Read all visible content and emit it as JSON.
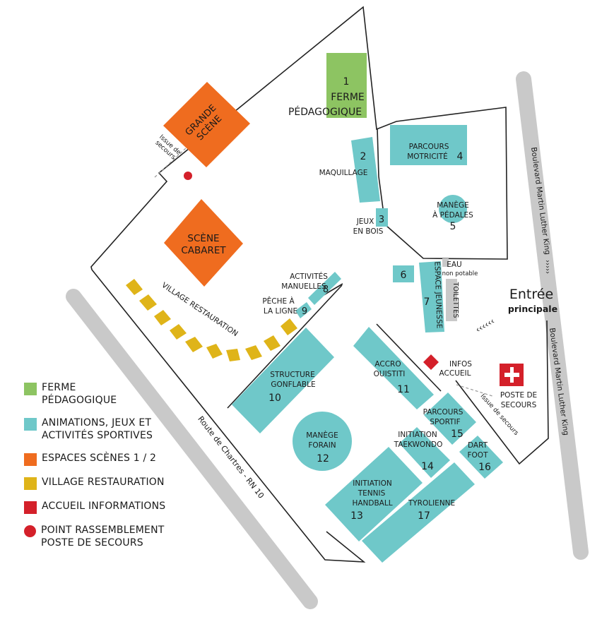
{
  "colors": {
    "green": "#8dc462",
    "teal": "#6fc8c9",
    "orange": "#ef6c1f",
    "yellow": "#dfb419",
    "red": "#d4202a",
    "road": "#c9c9c9",
    "outline": "#222222"
  },
  "roads": {
    "boulevard_1": "Boulevard Martin Luther King",
    "boulevard_2": "Boulevard Martin Luther King",
    "route": "Route de Chartres - RN 10"
  },
  "entrance": {
    "title": "Entrée",
    "subtitle": "principale"
  },
  "exits": {
    "exit_1": "Issue de\nsecours",
    "exit_2": "Issue de secours"
  },
  "places": {
    "ferme": {
      "number": "1",
      "line1": "FERME",
      "line2": "PÉDAGOGIQUE"
    },
    "grande_scene": {
      "line1": "GRANDE",
      "line2": "SCÈNE"
    },
    "scene_cabaret": {
      "line1": "SCÈNE",
      "line2": "CABARET"
    },
    "maquillage": {
      "number": "2",
      "label": "MAQUILLAGE"
    },
    "jeux_bois": {
      "number": "3",
      "line1": "JEUX",
      "line2": "EN BOIS"
    },
    "parcours_motricite": {
      "line1": "PARCOURS",
      "line2": "MOTRICITÉ",
      "number": "4"
    },
    "manege_pedales": {
      "line1": "MANÈGE",
      "line2": "À PÉDALES",
      "number": "5"
    },
    "six": {
      "number": "6"
    },
    "espace_jeunesse": {
      "label": "ESPACE JEUNESSE",
      "number": "7"
    },
    "eau": {
      "line1": "EAU",
      "line2": "non potable"
    },
    "toilettes": {
      "label": "TOILETTES"
    },
    "activites": {
      "line1": "ACTIVITÉS",
      "line2": "MANUELLES",
      "number": "8"
    },
    "peche": {
      "line1": "PÊCHE À",
      "line2": "LA LIGNE",
      "number": "9"
    },
    "village": {
      "label": "VILLAGE RESTAURATION"
    },
    "structure": {
      "line1": "STRUCTURE",
      "line2": "GONFLABLE",
      "number": "10"
    },
    "accro": {
      "line1": "ACCRO",
      "line2": "OUISTITI",
      "number": "11"
    },
    "infos": {
      "line1": "INFOS",
      "line2": "ACCUEIL"
    },
    "poste": {
      "line1": "POSTE DE",
      "line2": "SECOURS"
    },
    "manege_forain": {
      "line1": "MANÈGE",
      "line2": "FORAIN",
      "number": "12"
    },
    "parcours_sportif": {
      "line1": "PARCOURS",
      "line2": "SPORTIF",
      "number": "15"
    },
    "taekwondo": {
      "line1": "INITIATION",
      "line2": "TAEKWONDO",
      "number": "14"
    },
    "dart": {
      "line1": "DART",
      "line2": "FOOT",
      "number": "16"
    },
    "tennis": {
      "line1": "INITIATION",
      "line2": "TENNIS",
      "line3": "HANDBALL",
      "number": "13"
    },
    "tyrolienne": {
      "label": "TYROLIENNE",
      "number": "17"
    }
  },
  "legend": [
    {
      "color": "#8dc462",
      "shape": "square",
      "text": "FERME\nPÉDAGOGIQUE"
    },
    {
      "color": "#6fc8c9",
      "shape": "square",
      "text": "ANIMATIONS, JEUX ET\nACTIVITÉS SPORTIVES"
    },
    {
      "color": "#ef6c1f",
      "shape": "square",
      "text": "ESPACES SCÈNES 1 / 2"
    },
    {
      "color": "#dfb419",
      "shape": "square",
      "text": "VILLAGE RESTAURATION"
    },
    {
      "color": "#d4202a",
      "shape": "square",
      "text": "ACCUEIL INFORMATIONS"
    },
    {
      "color": "#d4202a",
      "shape": "circle",
      "text": "POINT RASSEMBLEMENT\nPOSTE DE SECOURS"
    }
  ]
}
